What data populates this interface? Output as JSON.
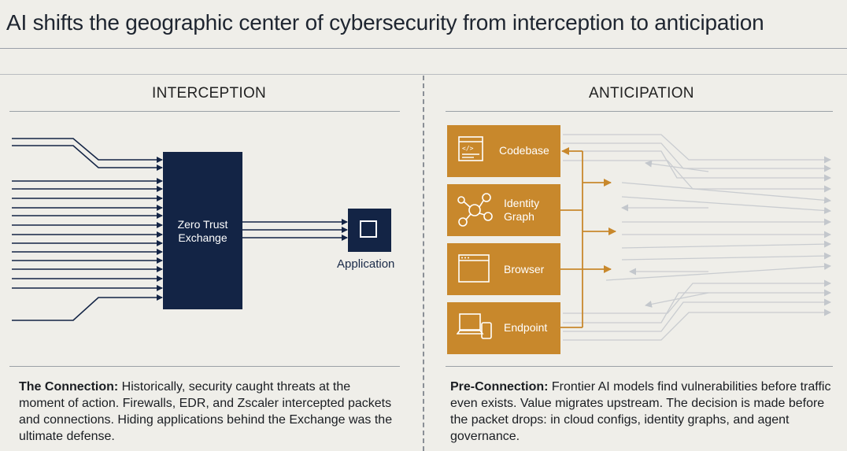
{
  "title": "AI shifts the geographic center of cybersecurity from interception to anticipation",
  "left_panel": {
    "heading": "INTERCEPTION",
    "exchange_label_line1": "Zero Trust",
    "exchange_label_line2": "Exchange",
    "application_label": "Application",
    "caption_bold": "The Connection:",
    "caption_text": " Historically, security caught threats at the moment of action. Firewalls, EDR, and Zscaler intercepted packets and connections. Hiding applications behind the Exchange was the ultimate defense."
  },
  "right_panel": {
    "heading": "ANTICIPATION",
    "layers": [
      {
        "label": "Codebase",
        "icon": "code-window-icon"
      },
      {
        "label": "Identity Graph",
        "icon": "identity-graph-icon"
      },
      {
        "label": "Browser",
        "icon": "browser-window-icon"
      },
      {
        "label": "Endpoint",
        "icon": "laptop-phone-icon"
      }
    ],
    "caption_bold": "Pre-Connection:",
    "caption_text": " Frontier AI models find vulnerabilities before traffic even exists. Value migrates upstream. The decision is made before the packet drops: in cloud configs, identity graphs, and agent governance."
  },
  "colors": {
    "navy": "#132445",
    "gold": "#c8882c",
    "background": "#efeee9",
    "faint_line": "#c9ccd0"
  }
}
